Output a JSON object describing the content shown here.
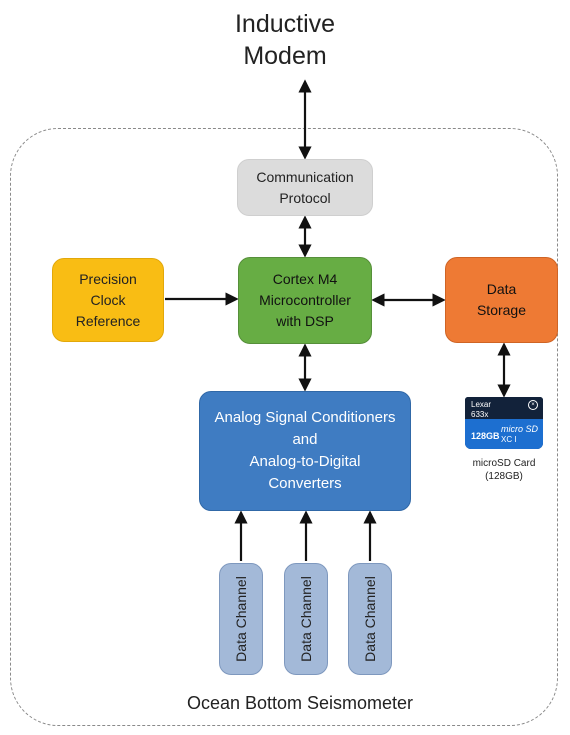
{
  "title": {
    "line1": "Inductive",
    "line2": "Modem"
  },
  "blocks": {
    "communication": {
      "line1": "Communication",
      "line2": "Protocol"
    },
    "clock": {
      "line1": "Precision",
      "line2": "Clock",
      "line3": "Reference"
    },
    "mcu": {
      "line1": "Cortex M4",
      "line2": "Microcontroller",
      "line3": "with DSP"
    },
    "storage": {
      "line1": "Data",
      "line2": "Storage"
    },
    "adc": {
      "line1": "Analog Signal Conditioners",
      "line2": "and",
      "line3": "Analog-to-Digital",
      "line4": "Converters"
    }
  },
  "channels": [
    "Data Channel",
    "Data Channel",
    "Data Channel"
  ],
  "sd_card": {
    "brand": "Lexar",
    "speed": "633x",
    "capacity": "128GB",
    "logo": "micro SD",
    "class": "XC I",
    "caption_line1": "microSD Card",
    "caption_line2": "(128GB)"
  },
  "system_label": "Ocean Bottom Seismometer",
  "colors": {
    "communication": "#dcdcdc",
    "clock": "#f9bd14",
    "mcu": "#67ad44",
    "storage": "#ee7a34",
    "adc": "#3f7cc2",
    "channel": "#a3b9d8"
  }
}
